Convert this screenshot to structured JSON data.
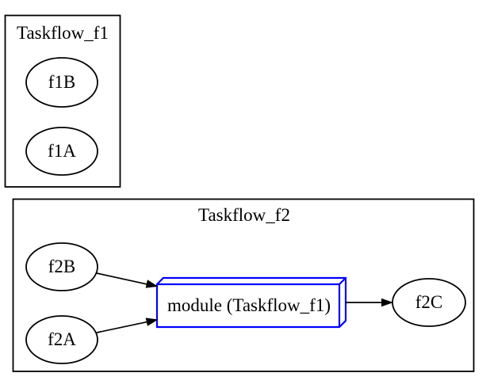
{
  "diagram": {
    "type": "graphviz-flow-diagram",
    "colors": {
      "background": "#ffffff",
      "stroke": "#000000",
      "text": "#000000",
      "module_stroke": "#0000ff",
      "node_fill": "#ffffff"
    },
    "clusters": [
      {
        "id": "cluster_f1",
        "label": "Taskflow_f1",
        "nodes": [
          {
            "id": "f1B",
            "label": "f1B",
            "shape": "ellipse"
          },
          {
            "id": "f1A",
            "label": "f1A",
            "shape": "ellipse"
          }
        ]
      },
      {
        "id": "cluster_f2",
        "label": "Taskflow_f2",
        "nodes": [
          {
            "id": "f2B",
            "label": "f2B",
            "shape": "ellipse"
          },
          {
            "id": "f2A",
            "label": "f2A",
            "shape": "ellipse"
          },
          {
            "id": "f2C",
            "label": "f2C",
            "shape": "ellipse"
          }
        ],
        "module_node": {
          "id": "module_f1",
          "label": "module (Taskflow_f1)",
          "shape": "box3d",
          "stroke": "#0000ff"
        }
      }
    ],
    "edges": [
      {
        "from": "f2B",
        "to": "module (Taskflow_f1)"
      },
      {
        "from": "f2A",
        "to": "module (Taskflow_f1)"
      },
      {
        "from": "module (Taskflow_f1)",
        "to": "f2C"
      }
    ]
  }
}
